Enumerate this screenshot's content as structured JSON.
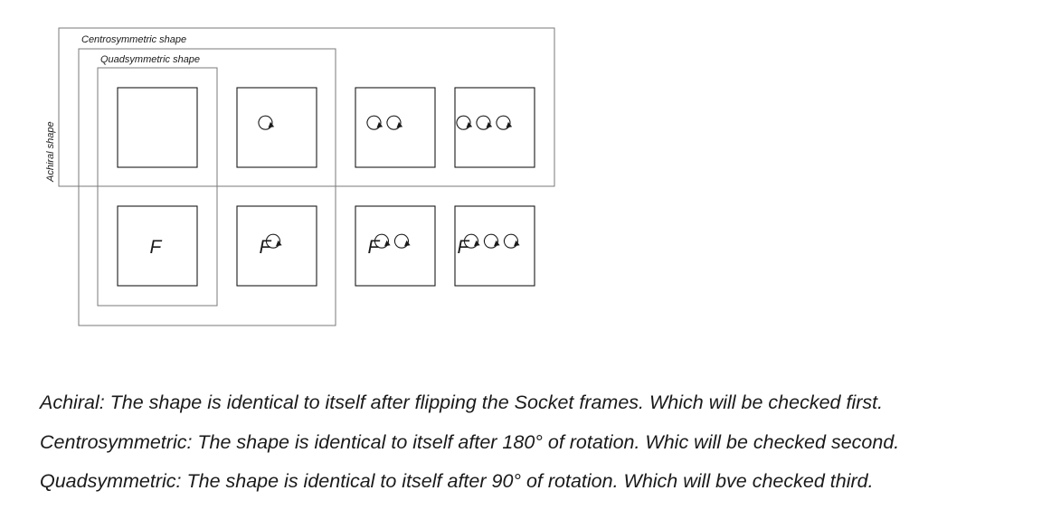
{
  "regions": {
    "achiral": {
      "label": "Achiral shape"
    },
    "centrosymmetric": {
      "label": "Centrosymmetric shape"
    },
    "quadsymmetric": {
      "label": "Quadsymmetric shape"
    }
  },
  "cells": [
    {
      "id": "top-1",
      "letter": "",
      "arrows": 0
    },
    {
      "id": "top-2",
      "letter": "",
      "arrows": 1
    },
    {
      "id": "top-3",
      "letter": "",
      "arrows": 2
    },
    {
      "id": "top-4",
      "letter": "",
      "arrows": 3
    },
    {
      "id": "bottom-1",
      "letter": "F",
      "arrows": 0
    },
    {
      "id": "bottom-2",
      "letter": "F",
      "arrows": 1
    },
    {
      "id": "bottom-3",
      "letter": "F",
      "arrows": 2
    },
    {
      "id": "bottom-4",
      "letter": "F",
      "arrows": 3
    }
  ],
  "icons": {
    "rotation": "rotation-arrow-icon"
  },
  "definitions": [
    "Achiral: The shape is identical to itself after flipping the Socket frames. Which will be checked first.",
    "Centrosymmetric: The shape is identical to itself after 180° of rotation. Whic will be checked second.",
    "Quadsymmetric: The shape is identical to itself after 90° of rotation. Which will bve checked third."
  ]
}
